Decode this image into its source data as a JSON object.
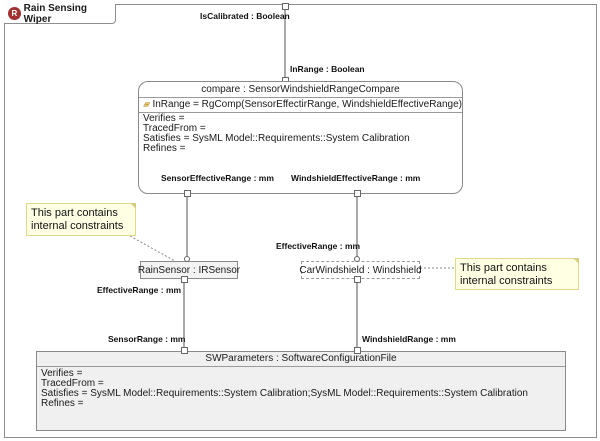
{
  "diagram": {
    "tab_title": "Rain Sensing Wiper",
    "tab_badge": "R",
    "top_port_label": "IsCalibrated : Boolean",
    "compare": {
      "title": "compare : SensorWindshieldRangeCompare",
      "constraint": "InRange = RgComp(SensorEffectirRange, WindshieldEffectiveRange)",
      "verifies": "Verifies =",
      "traced_from": "TracedFrom =",
      "satisfies": "Satisfies = SysML Model::Requirements::System  Calibration",
      "refines": "Refines =",
      "inrange_label": "InRange : Boolean",
      "sensor_port_label": "SensorEffectiveRange : mm",
      "windshield_port_label": "WindshieldEffectiveRange : mm"
    },
    "rain_sensor": {
      "label": "RainSensor : IRSensor",
      "port_label": "EffectiveRange : mm"
    },
    "car_windshield": {
      "label": "CarWindshield : Windshield",
      "port_label": "EffectiveRange : mm"
    },
    "notes": {
      "left": "This part contains internal constraints",
      "right": "This part contains internal constraints"
    },
    "sw_parameters": {
      "title": "SWParameters : SoftwareConfigurationFile",
      "sensor_range_label": "SensorRange : mm",
      "windshield_range_label": "WindshieldRange : mm",
      "verifies": "Verifies =",
      "traced_from": "TracedFrom =",
      "satisfies": "Satisfies = SysML Model::Requirements::System  Calibration;SysML Model::Requirements::System  Calibration",
      "refines": "Refines ="
    }
  }
}
